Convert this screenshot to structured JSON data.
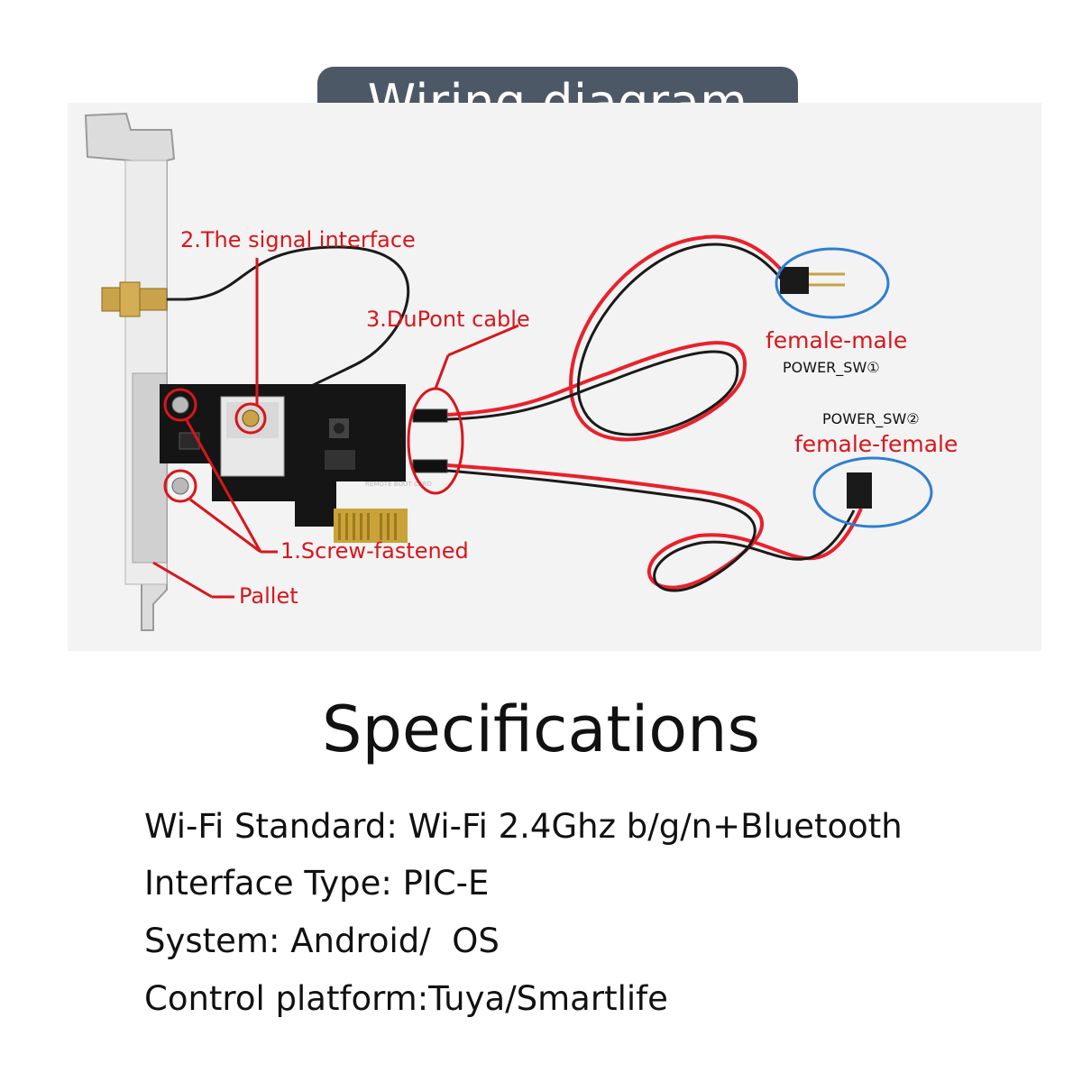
{
  "header": {
    "title": "Wiring diagram"
  },
  "diagram": {
    "labels": {
      "signal_interface": "2.The signal interface",
      "dupont_cable": "3.DuPont cable",
      "female_male": "female-male",
      "power_sw1": "POWER_SW①",
      "power_sw2": "POWER_SW②",
      "female_female": "female-female",
      "screw_fastened": "1.Screw-fastened",
      "pallet": "Pallet"
    },
    "colors": {
      "annotation": "#d8161b",
      "circle_blue": "#2f7fd0",
      "title_bg": "#4d5867",
      "pcb": "#151515"
    }
  },
  "specifications": {
    "title": "Specifications",
    "items": [
      "Wi-Fi Standard: Wi-Fi 2.4Ghz b/g/n+Bluetooth",
      "Interface Type: PIC-E",
      "System: Android/  OS",
      "Control platform:Tuya/Smartlife"
    ]
  }
}
